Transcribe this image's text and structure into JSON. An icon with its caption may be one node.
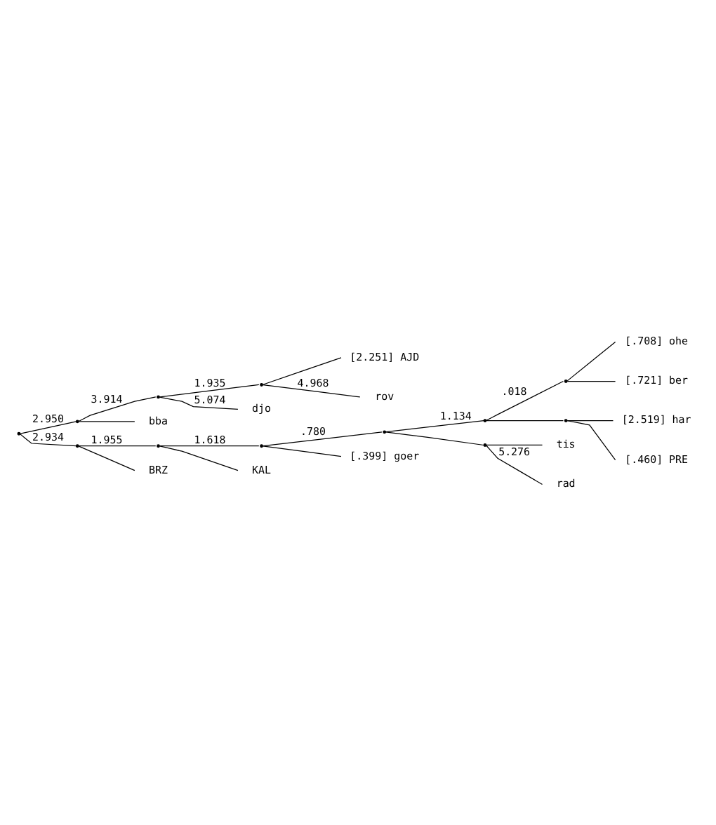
{
  "diagram": {
    "nodes": [
      {
        "text": [],
        "shape": "point"
      },
      {
        "text": [],
        "shape": "point"
      },
      {
        "text": [],
        "shape": "point"
      },
      {
        "text": [],
        "shape": "point"
      },
      {
        "text": [
          "[2.251] AJD"
        ]
      },
      {
        "text": [
          "rov"
        ]
      },
      {
        "text": [
          "djo"
        ]
      },
      {
        "text": [
          "bba"
        ]
      },
      {
        "text": [],
        "shape": "point"
      },
      {
        "text": [],
        "shape": "point"
      },
      {
        "text": [],
        "shape": "point"
      },
      {
        "text": [],
        "shape": "point"
      },
      {
        "text": [],
        "shape": "point"
      },
      {
        "text": [],
        "shape": "point"
      },
      {
        "text": [
          "[.708] ohe"
        ]
      },
      {
        "text": [
          "[.721] ber"
        ]
      },
      {
        "text": [],
        "shape": "point"
      },
      {
        "text": [
          "[2.519] har"
        ]
      },
      {
        "text": [
          "[.460] PRE"
        ]
      },
      {
        "text": [],
        "shape": "point"
      },
      {
        "text": [
          "tis"
        ]
      },
      {
        "text": [
          "rad"
        ]
      },
      {
        "text": [
          "[.399] goer"
        ]
      },
      {
        "text": [
          "KAL"
        ]
      },
      {
        "text": [
          "BRZ"
        ]
      }
    ],
    "edges": [
      {
        "from": 0,
        "to": 1,
        "arrow": "none",
        "label": "2.950"
      },
      {
        "from": 1,
        "to": 2,
        "arrow": "none",
        "label": "3.914"
      },
      {
        "from": 2,
        "to": 3,
        "arrow": "none",
        "label": "1.935"
      },
      {
        "from": 3,
        "to": 4,
        "arrow": "none"
      },
      {
        "from": 3,
        "to": 5,
        "arrow": "none",
        "label": "4.968"
      },
      {
        "from": 2,
        "to": 6,
        "arrow": "none",
        "label": "5.074"
      },
      {
        "from": 1,
        "to": 7,
        "arrow": "none"
      },
      {
        "from": 0,
        "to": 8,
        "arrow": "none",
        "label": "2.934"
      },
      {
        "from": 8,
        "to": 9,
        "arrow": "none",
        "label": "1.955"
      },
      {
        "from": 9,
        "to": 10,
        "arrow": "none",
        "label": "1.618"
      },
      {
        "from": 10,
        "to": 11,
        "arrow": "none",
        "label": ".780"
      },
      {
        "from": 11,
        "to": 12,
        "arrow": "none",
        "label": "1.134"
      },
      {
        "from": 12,
        "to": 13,
        "arrow": "none",
        "label": ".018"
      },
      {
        "from": 13,
        "to": 14,
        "arrow": "none"
      },
      {
        "from": 13,
        "to": 15,
        "arrow": "none"
      },
      {
        "from": 12,
        "to": 16,
        "arrow": "none"
      },
      {
        "from": 16,
        "to": 17,
        "arrow": "none"
      },
      {
        "from": 16,
        "to": 18,
        "arrow": "none"
      },
      {
        "from": 11,
        "to": 19,
        "arrow": "none"
      },
      {
        "from": 19,
        "to": 20,
        "arrow": "none"
      },
      {
        "from": 19,
        "to": 21,
        "arrow": "none",
        "label": "5.276"
      },
      {
        "from": 10,
        "to": 22,
        "arrow": "none"
      },
      {
        "from": 9,
        "to": 23,
        "arrow": "none"
      },
      {
        "from": 8,
        "to": 24,
        "arrow": "none"
      }
    ]
  }
}
